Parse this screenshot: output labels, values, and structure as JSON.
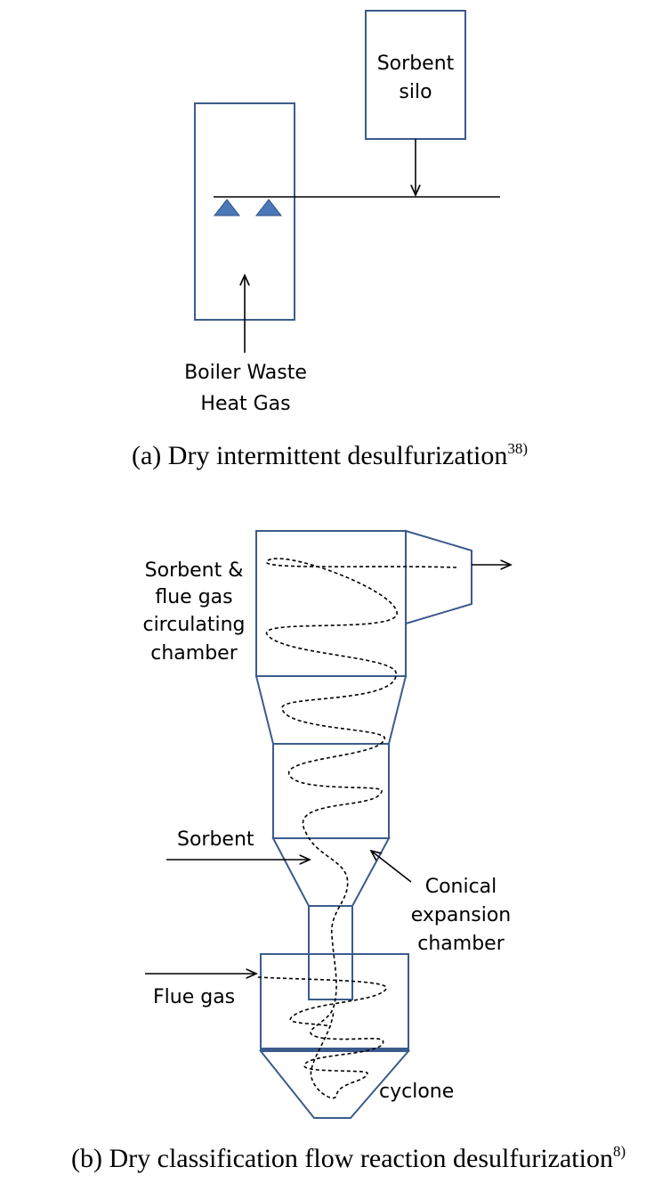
{
  "diagram_a": {
    "silo_label_line1": "Sorbent",
    "silo_label_line2": "silo",
    "inlet_label_line1": "Boiler Waste",
    "inlet_label_line2": "Heat Gas",
    "caption": "(a) Dry intermittent desulfurization",
    "caption_ref": "38)"
  },
  "diagram_b": {
    "chamber_label_line1": "Sorbent &",
    "chamber_label_line2": "flue gas",
    "chamber_label_line3": "circulating",
    "chamber_label_line4": "chamber",
    "sorbent_label": "Sorbent",
    "conical_label_line1": "Conical",
    "conical_label_line2": "expansion",
    "conical_label_line3": "chamber",
    "flue_gas_label": "Flue gas",
    "cyclone_label": "cyclone",
    "caption": "(b) Dry classification flow reaction desulfurization",
    "caption_ref": "8)"
  },
  "colors": {
    "vessel_stroke": "#3b5b8c",
    "nozzle_fill": "#4a78b8"
  }
}
